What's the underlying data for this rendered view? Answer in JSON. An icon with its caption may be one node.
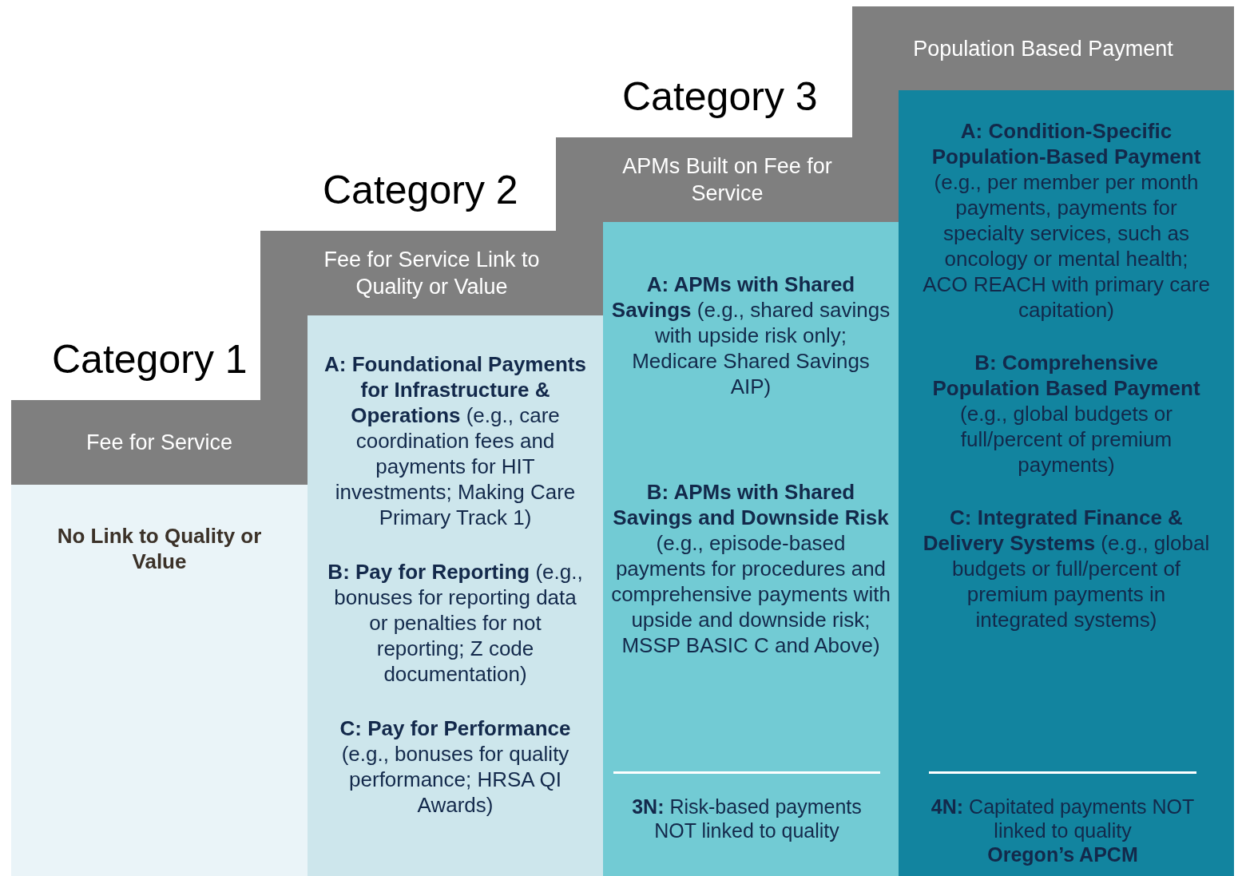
{
  "diagram": {
    "nodes": [
      {
        "text": [
          "Fee for Service"
        ],
        "beside": [
          "Category 1"
        ]
      },
      {
        "text": [
          "**No Link to Quality or Value**"
        ]
      },
      {
        "text": [
          "Fee for Service Link to Quality or Value"
        ],
        "beside": [
          "Category 2"
        ]
      },
      {
        "text": [
          "**A:  Foundational Payments for Infrastructure & Operations** (e.g., care coordination fees and payments for HIT investments; Making Care Primary Track 1)",
          "**B: Pay for Reporting** (e.g., bonuses for reporting data or penalties for not reporting; Z code documentation)",
          "**C: Pay for Performance** (e.g., bonuses for quality performance; HRSA QI Awards)"
        ]
      },
      {
        "text": [
          "APMs Built on Fee for Service"
        ],
        "beside": [
          "Category 3"
        ]
      },
      {
        "text": [
          "**A: APMs with Shared Savings** (e.g., shared savings with upside risk only; Medicare Shared Savings AIP)",
          "**B: APMs with Shared Savings and Downside Risk** (e.g., episode-based payments for procedures and comprehensive payments with upside and downside risk; MSSP BASIC C and Above)"
        ]
      },
      {
        "text": [
          "**3N:** Risk-based payments NOT linked to quality"
        ],
        "in": 5
      },
      {
        "text": [
          "Population Based Payment"
        ]
      },
      {
        "text": [
          "**A: Condition-Specific Population-Based Payment** (e.g., per member per month payments, payments for specialty services, such as oncology or mental health; ACO REACH with primary care capitation)",
          "**B: Comprehensive Population Based Payment** (e.g., global budgets or full/percent of premium payments)",
          "**C: Integrated Finance & Delivery Systems** (e.g., global budgets or full/percent of premium payments in integrated systems)"
        ]
      },
      {
        "text": [
          "**4N:** Capitated payments NOT linked to quality",
          "Oregon’s APCM"
        ],
        "in": 8
      },
      {
        "text": [],
        "shape": "bar"
      },
      {
        "text": [],
        "shape": "bar"
      },
      {
        "text": [],
        "shape": "bar"
      }
    ]
  }
}
